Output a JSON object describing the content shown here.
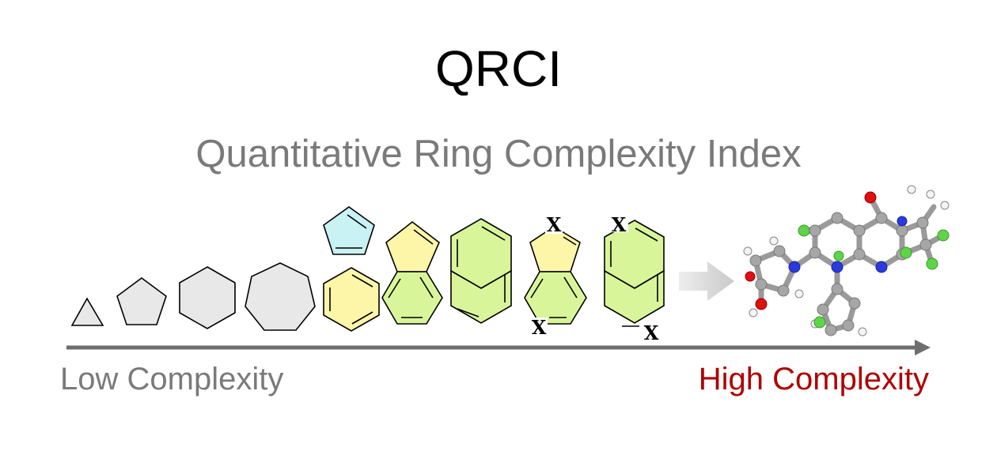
{
  "title": "QRCI",
  "subtitle": "Quantitative Ring Complexity Index",
  "axis": {
    "low_label": "Low Complexity",
    "high_label": "High Complexity"
  },
  "ring_labels": {
    "x1": "X",
    "x2": "X",
    "x3": "X",
    "x4": "X"
  },
  "colors": {
    "title": "#000000",
    "subtitle": "#7a7a7a",
    "low": "#7a7a7a",
    "high": "#b00000",
    "simple_ring_fill": "#e8e8e8",
    "benzene_fill": "#fdf6a8",
    "cyclopentadiene_fill": "#c8f2f4",
    "fused_fill": "#d9f59a",
    "atom_carbon": "#a6a6a6",
    "atom_nitrogen": "#2a3adf",
    "atom_oxygen": "#e01010",
    "atom_fluorine": "#5fd44a",
    "atom_hydrogen": "#f0f0f0"
  }
}
